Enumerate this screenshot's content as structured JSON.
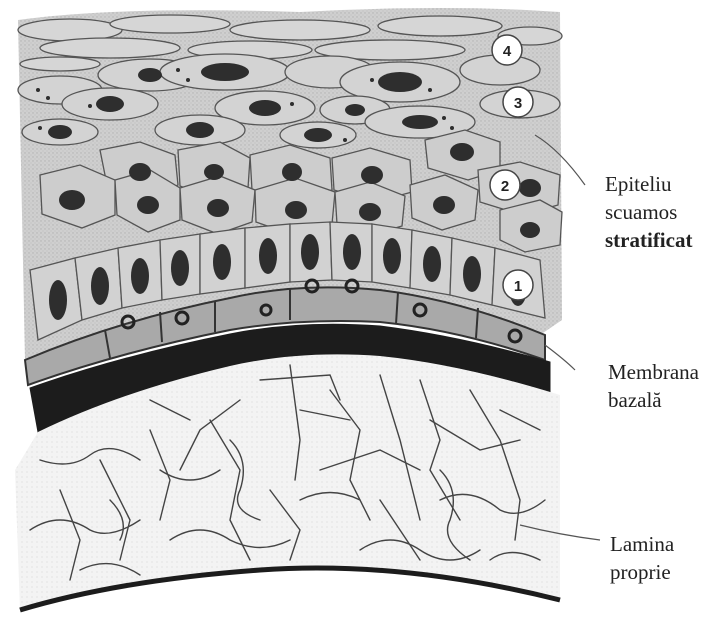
{
  "markers": [
    "1",
    "2",
    "3",
    "4"
  ],
  "labels": {
    "epithelium": [
      "Epiteliu",
      "scuamos",
      "stratificat"
    ],
    "membrane": [
      "Membrana",
      "bazală"
    ],
    "lamina": [
      "Lamina",
      "proprie"
    ]
  },
  "colors": {
    "tissue_fill": "#c9c9c9",
    "cell_fill": "#cfcfcf",
    "outline": "#5a5a5a",
    "nucleus": "#2e2e2e",
    "membrane": "#1c1c1c",
    "fibers": "#444444",
    "marker_fill": "#ffffff"
  }
}
